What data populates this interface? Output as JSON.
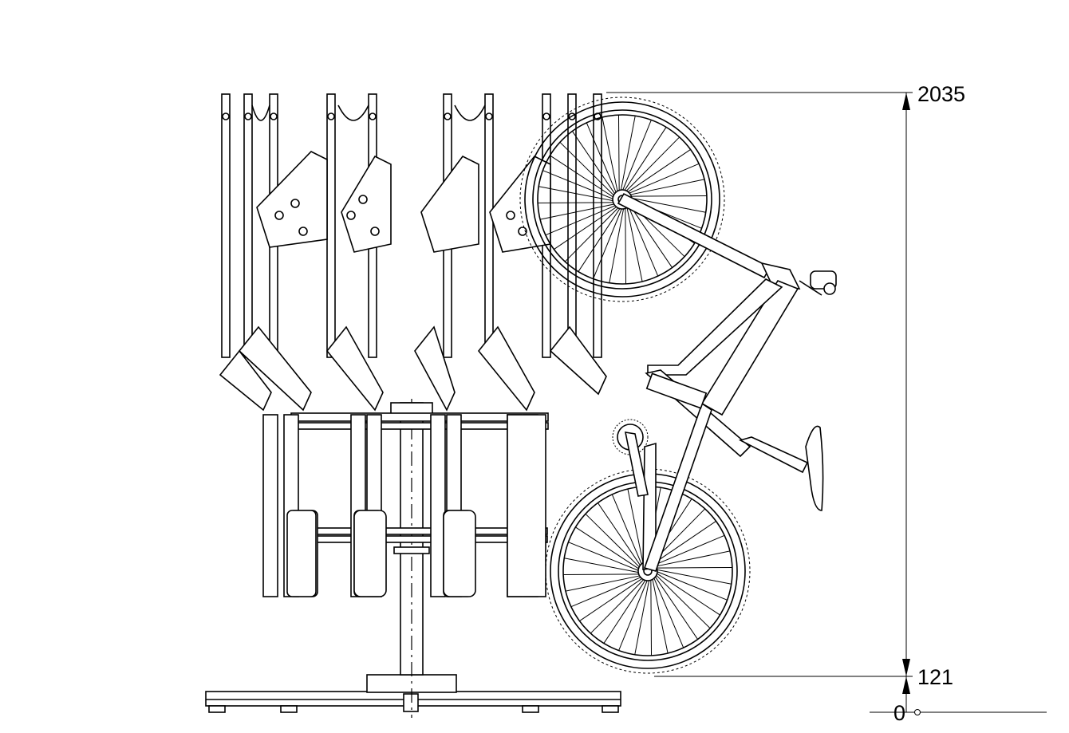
{
  "dimensions": {
    "top": "2035",
    "mid": "121",
    "base": "0"
  }
}
